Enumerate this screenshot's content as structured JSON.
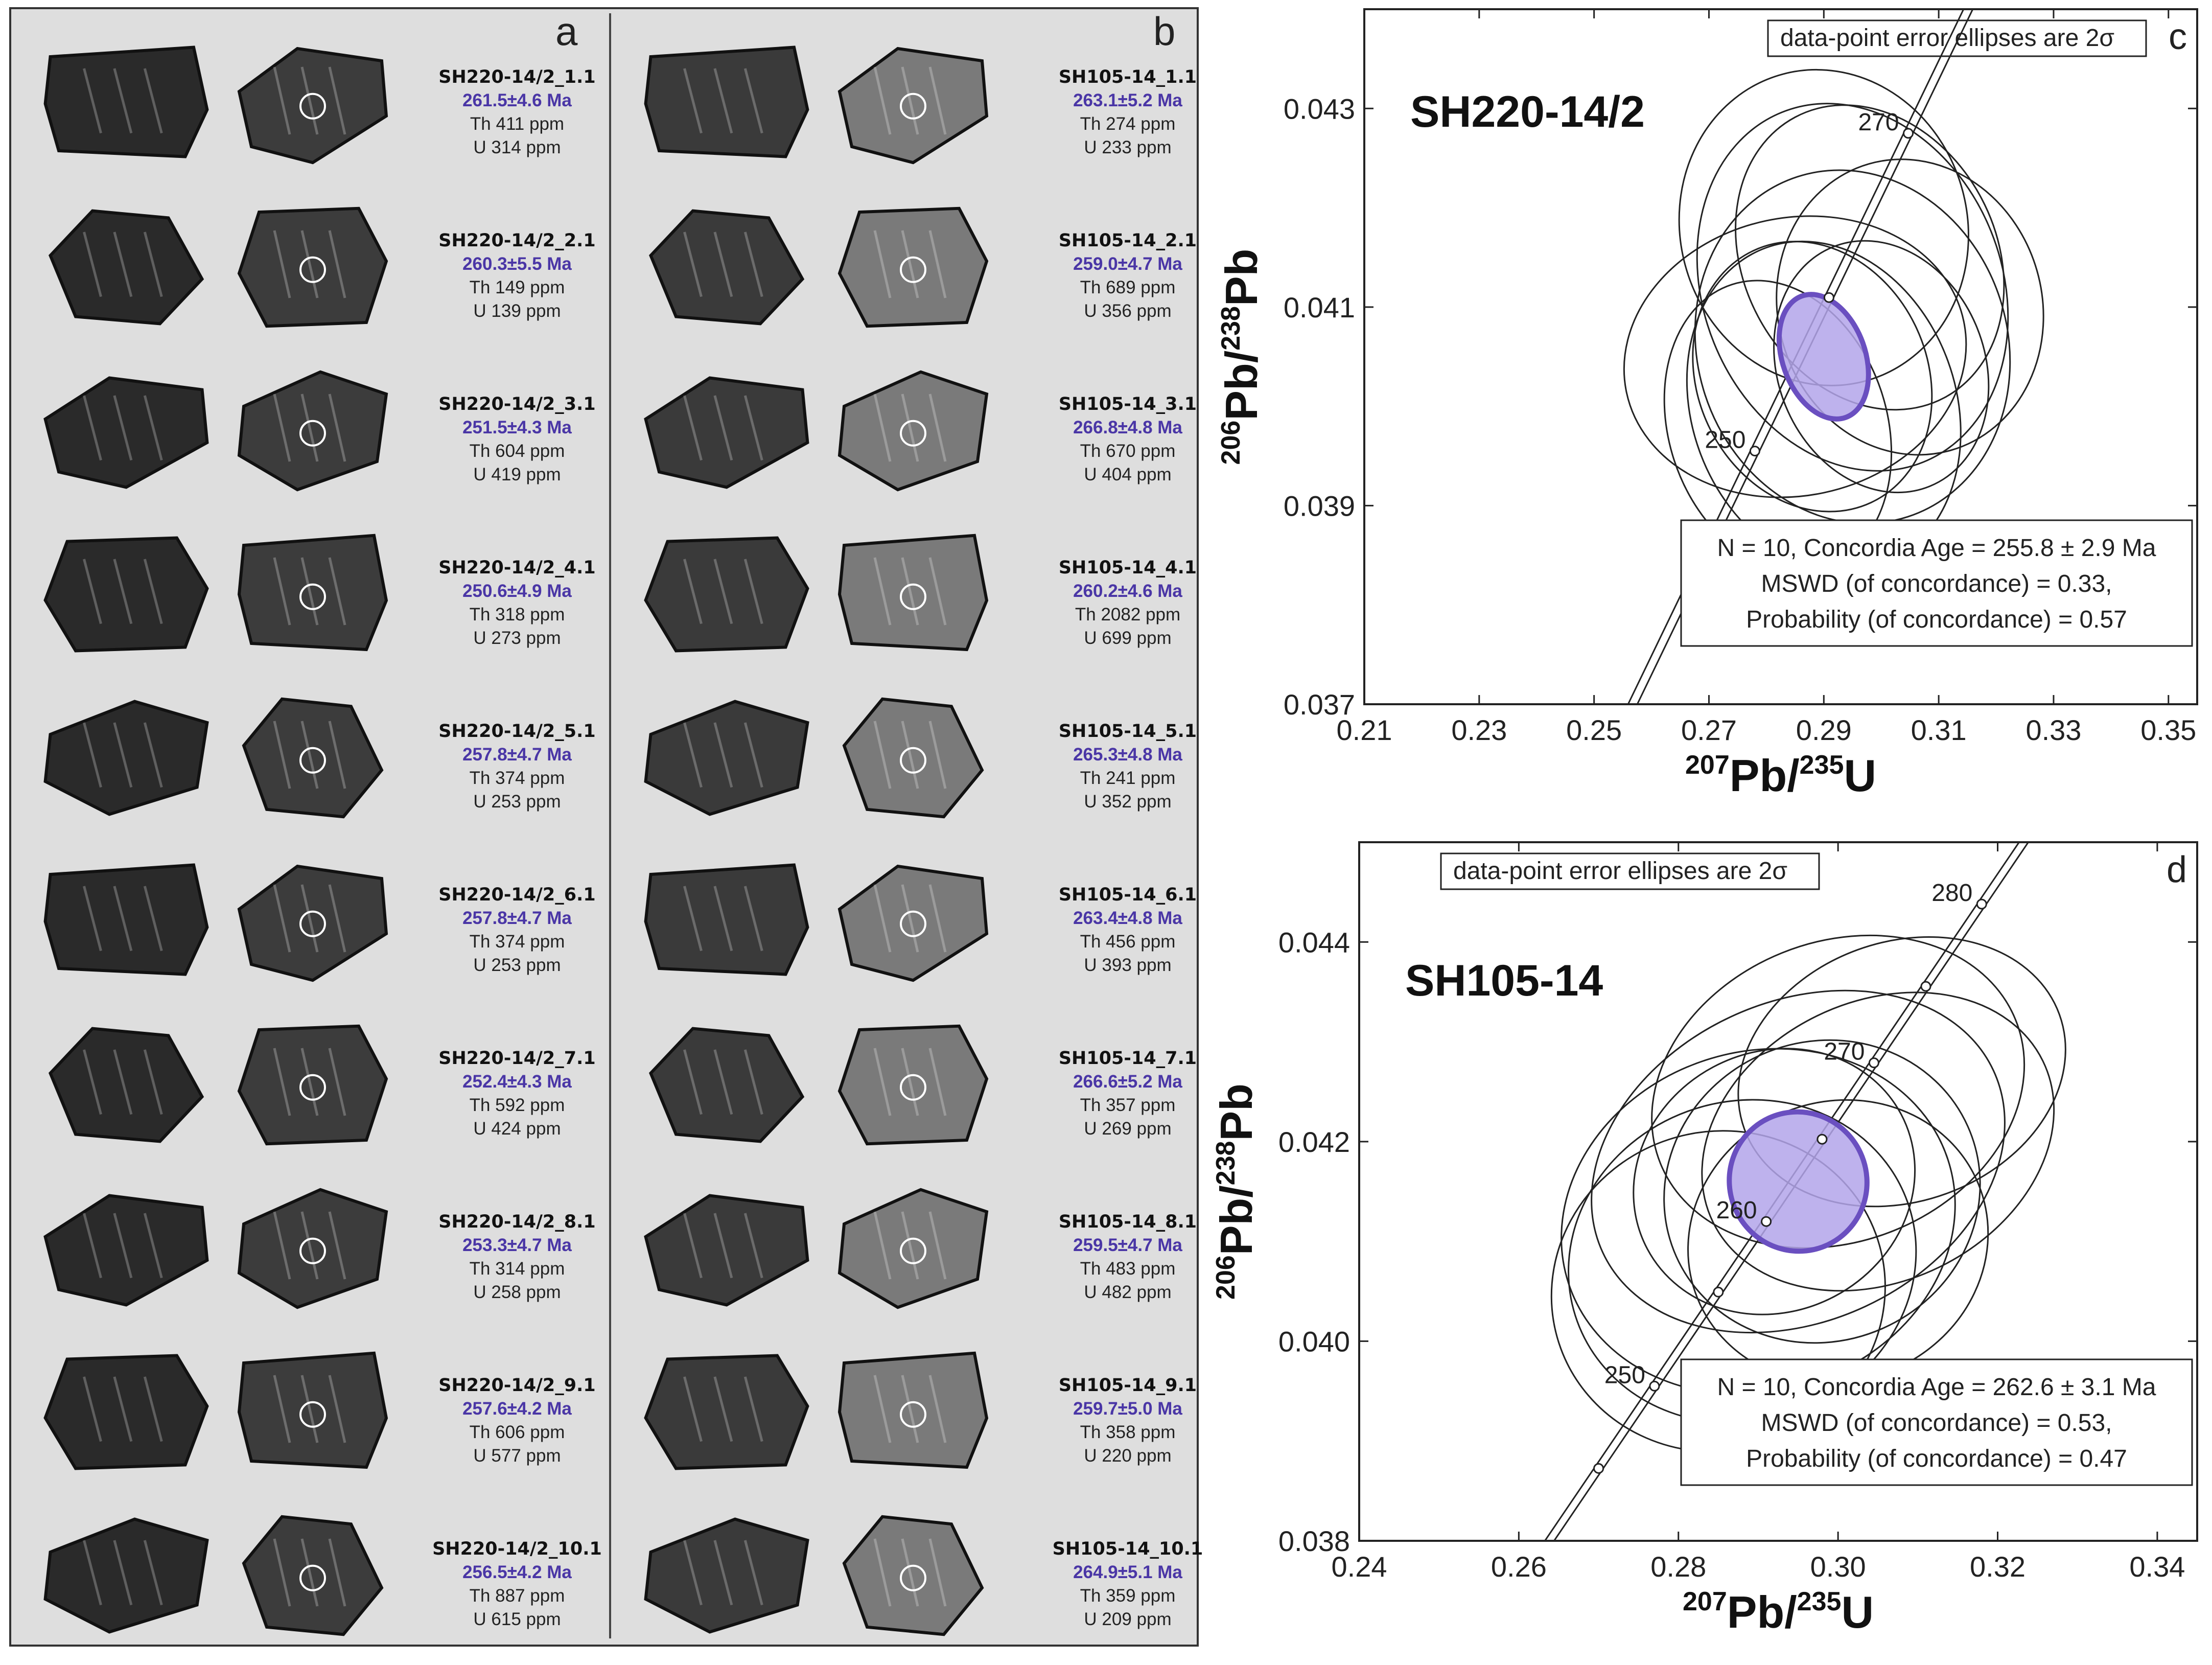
{
  "panels": {
    "a": {
      "letter": "a",
      "grains": [
        {
          "id": "SH220-14/2_1.1",
          "age": "261.5±4.6 Ma",
          "th": "Th 411 ppm",
          "u": "U 314 ppm"
        },
        {
          "id": "SH220-14/2_2.1",
          "age": "260.3±5.5 Ma",
          "th": "Th 149 ppm",
          "u": "U 139 ppm"
        },
        {
          "id": "SH220-14/2_3.1",
          "age": "251.5±4.3 Ma",
          "th": "Th 604 ppm",
          "u": "U 419 ppm"
        },
        {
          "id": "SH220-14/2_4.1",
          "age": "250.6±4.9 Ma",
          "th": "Th 318 ppm",
          "u": "U 273 ppm"
        },
        {
          "id": "SH220-14/2_5.1",
          "age": "257.8±4.7 Ma",
          "th": "Th 374 ppm",
          "u": "U 253 ppm"
        },
        {
          "id": "SH220-14/2_6.1",
          "age": "257.8±4.7 Ma",
          "th": "Th 374 ppm",
          "u": "U 253 ppm"
        },
        {
          "id": "SH220-14/2_7.1",
          "age": "252.4±4.3 Ma",
          "th": "Th 592 ppm",
          "u": "U 424 ppm"
        },
        {
          "id": "SH220-14/2_8.1",
          "age": "253.3±4.7 Ma",
          "th": "Th 314 ppm",
          "u": "U 258 ppm"
        },
        {
          "id": "SH220-14/2_9.1",
          "age": "257.6±4.2 Ma",
          "th": "Th 606 ppm",
          "u": "U 577 ppm"
        },
        {
          "id": "SH220-14/2_10.1",
          "age": "256.5±4.2 Ma",
          "th": "Th 887 ppm",
          "u": "U 615 ppm"
        }
      ]
    },
    "b": {
      "letter": "b",
      "grains": [
        {
          "id": "SH105-14_1.1",
          "age": "263.1±5.2 Ma",
          "th": "Th 274 ppm",
          "u": "U 233 ppm"
        },
        {
          "id": "SH105-14_2.1",
          "age": "259.0±4.7 Ma",
          "th": "Th 689 ppm",
          "u": "U 356 ppm"
        },
        {
          "id": "SH105-14_3.1",
          "age": "266.8±4.8 Ma",
          "th": "Th 670  ppm",
          "u": "U 404 ppm"
        },
        {
          "id": "SH105-14_4.1",
          "age": "260.2±4.6 Ma",
          "th": "Th 2082  ppm",
          "u": "U 699  ppm"
        },
        {
          "id": "SH105-14_5.1",
          "age": "265.3±4.8 Ma",
          "th": "Th 241  ppm",
          "u": "U 352  ppm"
        },
        {
          "id": "SH105-14_6.1",
          "age": "263.4±4.8 Ma",
          "th": "Th 456  ppm",
          "u": "U 393  ppm"
        },
        {
          "id": "SH105-14_7.1",
          "age": "266.6±5.2 Ma",
          "th": "Th 357  ppm",
          "u": "U 269  ppm"
        },
        {
          "id": "SH105-14_8.1",
          "age": "259.5±4.7 Ma",
          "th": "Th 483  ppm",
          "u": "U 482  ppm"
        },
        {
          "id": "SH105-14_9.1",
          "age": "259.7±5.0 Ma",
          "th": "Th 358  ppm",
          "u": "U 220  ppm"
        },
        {
          "id": "SH105-14_10.1",
          "age": "264.9±5.1 Ma",
          "th": "Th 359  ppm",
          "u": "U 209  ppm"
        }
      ]
    }
  },
  "colors": {
    "age_text": "#4a36a6",
    "mean_ellipse_fill": "#b3a5ea",
    "mean_ellipse_stroke": "#6a4fc0",
    "panel_bg": "#dedede",
    "grain_dark": "#2b2b2b",
    "grain_light": "#8e8e8e"
  },
  "chart_data": [
    {
      "type": "scatter",
      "panel_letter": "c",
      "sample_label": "SH220-14/2",
      "note": "data-point error ellipses are 2σ",
      "x_axis": {
        "label_parts": [
          "207",
          "Pb/",
          "235",
          "U"
        ],
        "range": [
          0.21,
          0.355
        ],
        "ticks": [
          "0.21",
          "0.23",
          "0.25",
          "0.27",
          "0.29",
          "0.31",
          "0.33",
          "0.35"
        ]
      },
      "y_axis": {
        "label_parts": [
          "206",
          "Pb/",
          "238",
          "Pb"
        ],
        "range": [
          0.037,
          0.044
        ],
        "ticks": [
          "0.037",
          "0.039",
          "0.041",
          "0.043"
        ]
      },
      "concordia_labels": [
        {
          "age": "250",
          "x": 0.278,
          "y": 0.03955
        },
        {
          "age": "270",
          "x": 0.3047,
          "y": 0.04275
        }
      ],
      "concordia_markers_x": [
        0.278,
        0.2909,
        0.3047
      ],
      "ellipses": [
        {
          "cx": 0.295,
          "cy": 0.0412,
          "rx": 0.026,
          "ry": 0.0019,
          "rot": 22
        },
        {
          "cx": 0.285,
          "cy": 0.0405,
          "rx": 0.03,
          "ry": 0.0014,
          "rot": 12
        },
        {
          "cx": 0.295,
          "cy": 0.0406,
          "rx": 0.027,
          "ry": 0.0018,
          "rot": 18
        },
        {
          "cx": 0.29,
          "cy": 0.04,
          "rx": 0.023,
          "ry": 0.0017,
          "rot": 20
        },
        {
          "cx": 0.305,
          "cy": 0.041,
          "rx": 0.023,
          "ry": 0.0015,
          "rot": 16
        },
        {
          "cx": 0.288,
          "cy": 0.0403,
          "rx": 0.02,
          "ry": 0.0014,
          "rot": 25
        },
        {
          "cx": 0.298,
          "cy": 0.0415,
          "rx": 0.022,
          "ry": 0.0016,
          "rot": 28
        },
        {
          "cx": 0.282,
          "cy": 0.0398,
          "rx": 0.019,
          "ry": 0.0015,
          "rot": 18
        },
        {
          "cx": 0.3,
          "cy": 0.0404,
          "rx": 0.018,
          "ry": 0.0013,
          "rot": 22
        },
        {
          "cx": 0.29,
          "cy": 0.0418,
          "rx": 0.025,
          "ry": 0.0016,
          "rot": 15
        }
      ],
      "mean": {
        "cx": 0.29,
        "cy": 0.0405,
        "rx": 0.0072,
        "ry": 0.00065,
        "rot": 20
      },
      "result_lines": [
        "N = 10, Concordia Age = 255.8 ± 2.9 Ma",
        "MSWD (of concordance) = 0.33,",
        "Probability (of concordance) = 0.57"
      ]
    },
    {
      "type": "scatter",
      "panel_letter": "d",
      "sample_label": "SH105-14",
      "note": "data-point error ellipses are 2σ",
      "x_axis": {
        "label_parts": [
          "207",
          "Pb/",
          "235",
          "U"
        ],
        "range": [
          0.24,
          0.345
        ],
        "ticks": [
          "0.24",
          "0.26",
          "0.28",
          "0.30",
          "0.32",
          "0.34"
        ]
      },
      "y_axis": {
        "label_parts": [
          "206",
          "Pb/",
          "238",
          "Pb"
        ],
        "range": [
          0.038,
          0.045
        ],
        "ticks": [
          "0.038",
          "0.040",
          "0.042",
          "0.044"
        ]
      },
      "concordia_labels": [
        {
          "age": "250",
          "x": 0.277,
          "y": 0.03955
        },
        {
          "age": "260",
          "x": 0.291,
          "y": 0.04118
        },
        {
          "age": "270",
          "x": 0.3045,
          "y": 0.04277
        },
        {
          "age": "280",
          "x": 0.318,
          "y": 0.04438
        }
      ],
      "concordia_markers_x": [
        0.27,
        0.277,
        0.285,
        0.291,
        0.298,
        0.3045,
        0.311,
        0.318
      ],
      "ellipses": [
        {
          "cx": 0.295,
          "cy": 0.0418,
          "rx": 0.027,
          "ry": 0.0016,
          "rot": 25
        },
        {
          "cx": 0.3,
          "cy": 0.0425,
          "rx": 0.024,
          "ry": 0.0015,
          "rot": 22
        },
        {
          "cx": 0.29,
          "cy": 0.0412,
          "rx": 0.025,
          "ry": 0.0017,
          "rot": 18
        },
        {
          "cx": 0.305,
          "cy": 0.042,
          "rx": 0.023,
          "ry": 0.0014,
          "rot": 26
        },
        {
          "cx": 0.288,
          "cy": 0.0408,
          "rx": 0.022,
          "ry": 0.0016,
          "rot": 20
        },
        {
          "cx": 0.298,
          "cy": 0.0415,
          "rx": 0.02,
          "ry": 0.0015,
          "rot": 24
        },
        {
          "cx": 0.308,
          "cy": 0.0427,
          "rx": 0.021,
          "ry": 0.0013,
          "rot": 20
        },
        {
          "cx": 0.285,
          "cy": 0.0405,
          "rx": 0.021,
          "ry": 0.0016,
          "rot": 18
        },
        {
          "cx": 0.3,
          "cy": 0.041,
          "rx": 0.019,
          "ry": 0.0014,
          "rot": 22
        },
        {
          "cx": 0.292,
          "cy": 0.0416,
          "rx": 0.018,
          "ry": 0.0013,
          "rot": 28
        }
      ],
      "mean": {
        "cx": 0.295,
        "cy": 0.0416,
        "rx": 0.0086,
        "ry": 0.0007,
        "rot": 25
      },
      "result_lines": [
        "N = 10, Concordia Age = 262.6 ± 3.1 Ma",
        "MSWD (of concordance) = 0.53,",
        "Probability (of concordance) = 0.47"
      ]
    }
  ]
}
